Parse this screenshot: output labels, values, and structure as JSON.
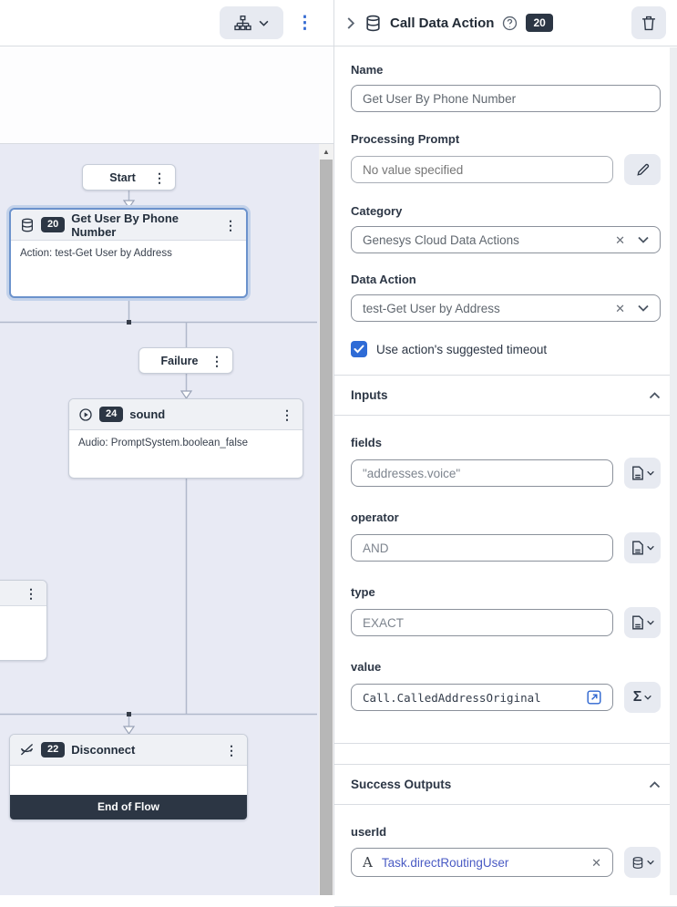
{
  "toolbar": {
    "menu_dots": "⋮"
  },
  "flow_header": {
    "title": "Call Data Action",
    "badge": "20"
  },
  "canvas": {
    "start": {
      "label": "Start",
      "menu": "⋮"
    },
    "get_user": {
      "badge": "20",
      "title": "Get User By Phone Number",
      "body": "Action: test-Get User by Address",
      "menu": "⋮"
    },
    "failure": {
      "label": "Failure",
      "menu": "⋮"
    },
    "sound": {
      "badge": "24",
      "title": "sound",
      "body": "Audio: PromptSystem.boolean_false",
      "menu": "⋮"
    },
    "partial": {
      "menu": "⋮"
    },
    "disconnect": {
      "badge": "22",
      "title": "Disconnect",
      "footer": "End of Flow",
      "menu": "⋮"
    }
  },
  "panel": {
    "name_label": "Name",
    "name_value": "Get User By Phone Number",
    "processing_prompt_label": "Processing Prompt",
    "processing_prompt_placeholder": "No value specified",
    "category_label": "Category",
    "category_value": "Genesys Cloud Data Actions",
    "data_action_label": "Data Action",
    "data_action_value": "test-Get User by Address",
    "timeout_label": "Use action's suggested timeout",
    "clear_glyph": "✕",
    "inputs": {
      "title": "Inputs",
      "rows": [
        {
          "label": "fields",
          "value": "\"addresses.voice\""
        },
        {
          "label": "operator",
          "value": "AND"
        },
        {
          "label": "type",
          "value": "EXACT"
        }
      ],
      "value_row": {
        "label": "value",
        "value": "Call.CalledAddressOriginal",
        "sigma": "Σ"
      }
    },
    "success_outputs": {
      "title": "Success Outputs",
      "user_id_label": "userId",
      "user_id_value": "Task.directRoutingUser",
      "literal_icon": "A"
    }
  },
  "colors": {
    "accent_blue": "#2e66d0",
    "badge_navy": "#2c3644",
    "canvas_bg": "#e8eaf4",
    "link_blue": "#4a5bc4"
  }
}
